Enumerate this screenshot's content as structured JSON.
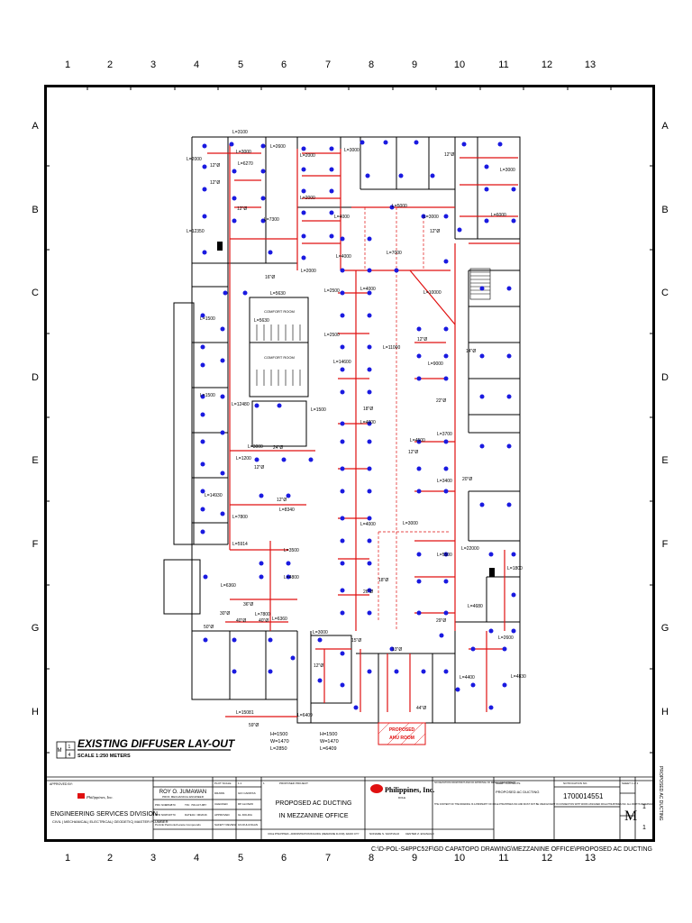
{
  "grid": {
    "columns": [
      "1",
      "2",
      "3",
      "4",
      "5",
      "6",
      "7",
      "8",
      "9",
      "10",
      "11",
      "12",
      "13"
    ],
    "rows": [
      "A",
      "B",
      "C",
      "D",
      "E",
      "F",
      "G",
      "H"
    ]
  },
  "legend": {
    "marker_top": "1",
    "marker_mid": "M",
    "marker_bottom": "4",
    "title": "EXISTING DIFFUSER LAY-OUT",
    "scale": "SCALE 1:250 METERS"
  },
  "plan_labels": {
    "comfort_room_1": "COMFORT ROOM",
    "comfort_room_2": "COMFORT ROOM",
    "ahu_room_line1": "PROPOSED",
    "ahu_room_line2": "AHU ROOM",
    "dims": [
      "L=3100",
      "L=2600",
      "L=2000",
      "L=3000",
      "L=6270",
      "L=2000",
      "L=3000",
      "L=2000",
      "L=4000",
      "L=5000",
      "L=3000",
      "L=6000",
      "L=12350",
      "L=7300",
      "L=4000",
      "L=7000",
      "L=3000",
      "L=2000",
      "L=5630",
      "L=5630",
      "L=4000",
      "L=2500",
      "L=10000",
      "L=2500",
      "L=1500",
      "L=11000",
      "L=14600",
      "L=12480",
      "L=1500",
      "L=1500",
      "L=1200",
      "L=3000",
      "L=4000",
      "L=3700",
      "L=4500",
      "L=3400",
      "L=14930",
      "L=8340",
      "L=7800",
      "L=5914",
      "L=3500",
      "L=4800",
      "L=6360",
      "L=4000",
      "L=7800",
      "L=6360",
      "L=3000",
      "L=5500",
      "L=22000",
      "L=4680",
      "L=1800",
      "L=2600",
      "L=15081",
      "L=3000",
      "L=6409",
      "L=4830",
      "L=4400",
      "L=9000"
    ],
    "duct_sizes": [
      "12\"Ø",
      "12\"Ø",
      "12\"Ø",
      "16\"Ø",
      "18\"Ø",
      "24\"Ø",
      "30\"Ø",
      "36\"Ø",
      "40\"Ø",
      "40\"Ø",
      "29\"Ø",
      "44\"Ø",
      "26\"Ø",
      "59\"Ø",
      "22\"Ø",
      "50\"Ø",
      "14\"Ø",
      "20\"Ø",
      "18\"Ø",
      "15\"Ø",
      "13\"Ø",
      "12\"Ø",
      "12\"Ø",
      "12\"Ø",
      "12\"Ø",
      "12\"Ø",
      "12\"Ø",
      "12\"Ø"
    ],
    "hw_1": "H=1500",
    "hw_2": "W=1470",
    "hw_3": "L=2850",
    "hw_4": "H=1500",
    "hw_5": "W=1470",
    "hw_6": "L=6409"
  },
  "title_block": {
    "approved_by_label": "APPROVED BY:",
    "company_logo_text": "Philippines, Inc.",
    "division": "ENGINEERING SERVICES DIVISION",
    "division_sub": "CIVIL | MECHANICAL| ELECTRICAL| GEODETIC| MASTER PLUMBER",
    "engineer_name": "ROY O. JUMAWAN",
    "engineer_title": "PROF. MECHANICAL ENGINEER",
    "prc_label": "PRC NO.:",
    "prc_value": "0054870",
    "ptr_label": "PTR NO.:",
    "ptr_value": "3740770",
    "tin_label": "TIN:",
    "tin_value": "700-107-887",
    "date_label": "DATE:",
    "date_value": "01 / 06/2016",
    "place_label": "PLACE:",
    "place_value": "Pantronic/Lanote Compounds",
    "plot_scale_label": "PLOT SCALE",
    "plot_scale_value": "1:1",
    "drawn_label": "DRAWN",
    "drawn_value": "GIO CAPATAS",
    "checked_label": "CHECKED",
    "checked_value": "RP ALONZO",
    "approved_label": "APPROVED",
    "approved_value": "GL DOLDIA",
    "safety_label": "SAFETY REVIEW",
    "safety_value": "GS DULUNGAN",
    "rev_label": "1",
    "proposed_project_label": "PROPOSED PROJECT:",
    "project_line1": "PROPOSED AC DUCTING",
    "project_line2": "IN MEZZANINE OFFICE",
    "project_location": "DOLE PHILIPPINES - ADMINISTRATION BUILDING (MEZZANINE FLOOR), DAVAO CITY",
    "dole_brand": "Philippines, Inc.",
    "dole_sub": "DOLE",
    "client_note": "NO DEVIATION FROM PRINT AND NO APPROVAL OF DESIGN DEPARTMENT",
    "ownership_note": "THE CONTENT OF THE DRAWING IS A PROPERTY OF DOLE PHILIPPINES INC AND MUST NOT BE USED EXCEPT IN CONNECTION WITH WORK ASSIGNED DOLE PHILIPPINES INC. ALL RIGHTS RESERVED",
    "sheet_contents_label": "SHEET CONTENTS:",
    "sheet_contents_value": "PROPOSED AC DUCTING",
    "notification_label": "NOTIFICATION NO.",
    "notification_value": "1700014551",
    "sheet_label": "SHEET 1 of 1",
    "sheet_letter": "M",
    "sheet_num_top": "1",
    "sheet_num_bottom": "1",
    "vertical_text": "PROPOSED AC DUCTING",
    "sign1": "NONAME S. SANTIAGO",
    "sign2": "CENTER Z. ENANAGO"
  },
  "file_path": "C:\\D-POL-S4PPC52F\\GD CAPATOPO DRAWING\\MEZZANINE OFFICE\\PROPOSED AC DUCTING",
  "colors": {
    "duct": "#e01010",
    "diffuser": "#1a1ae0",
    "line": "#000000"
  }
}
